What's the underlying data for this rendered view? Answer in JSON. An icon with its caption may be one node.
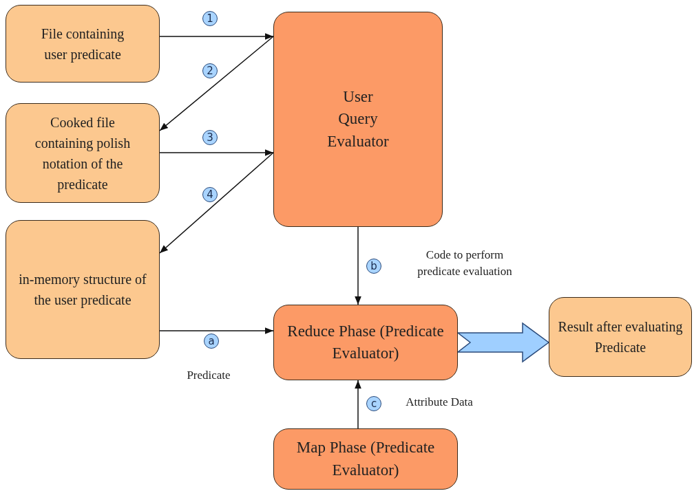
{
  "diagram": {
    "nodes": [
      {
        "text": [
          "File containing user predicate"
        ]
      },
      {
        "text": [
          "Cooked file containing polish notation of the predicate"
        ]
      },
      {
        "text": [
          "in-memory structure of the user predicate"
        ]
      },
      {
        "text": [
          "User Query Evaluator"
        ]
      },
      {
        "text": [
          "Reduce Phase (Predicate Evaluator)"
        ]
      },
      {
        "text": [
          "Map Phase (Predicate Evaluator)"
        ]
      },
      {
        "text": [
          "Result after evaluating Predicate"
        ]
      }
    ],
    "edges": [
      {
        "from": 0,
        "to": 3,
        "arrow": "to",
        "label": "1"
      },
      {
        "from": 3,
        "to": 1,
        "arrow": "to",
        "label": "2"
      },
      {
        "from": 1,
        "to": 3,
        "arrow": "to",
        "label": "3"
      },
      {
        "from": 3,
        "to": 2,
        "arrow": "to",
        "label": "4"
      },
      {
        "from": 3,
        "to": 4,
        "arrow": "to",
        "label": "b"
      },
      {
        "from": 2,
        "to": 4,
        "arrow": "to",
        "label": "a"
      },
      {
        "from": 5,
        "to": 4,
        "arrow": "to",
        "label": "c"
      },
      {
        "from": 4,
        "to": 6,
        "arrow": "to",
        "style": "thick",
        "color": "#9fcfff"
      }
    ],
    "labels": [
      "Code to perform predicate evaluation",
      "Predicate",
      "Attribute Data"
    ]
  }
}
